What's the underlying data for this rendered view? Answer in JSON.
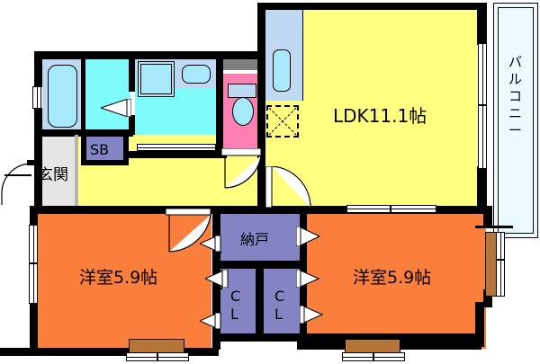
{
  "plan": {
    "type": "japanese-apartment-floorplan",
    "title": "",
    "rooms": [
      {
        "key": "ldk",
        "label": "LDK11.1帖",
        "color": "#ffff80",
        "jou": 11.1,
        "kind": "living-dining-kitchen"
      },
      {
        "key": "washitsu_l",
        "label": "洋室5.9帖",
        "color": "#fb7f3c",
        "jou": 5.9,
        "kind": "western-bedroom-left"
      },
      {
        "key": "washitsu_r",
        "label": "洋室5.9帖",
        "color": "#fb7f3c",
        "jou": 5.9,
        "kind": "western-bedroom-right"
      },
      {
        "key": "nando",
        "label": "納戸",
        "color": "#8484c4",
        "kind": "storage-room"
      },
      {
        "key": "closet_l",
        "label": "CL",
        "color": "#8484c4",
        "kind": "closet"
      },
      {
        "key": "closet_r",
        "label": "CL",
        "color": "#8484c4",
        "kind": "closet"
      },
      {
        "key": "sb",
        "label": "SB",
        "color": "#8484c4",
        "kind": "shoe-box"
      },
      {
        "key": "genkan",
        "label": "玄関",
        "color": "#e6e6e6",
        "kind": "entrance"
      },
      {
        "key": "balcony",
        "label": "バルコニー",
        "color": "#eafaff",
        "kind": "balcony"
      },
      {
        "key": "toilet",
        "label": "",
        "color": "#fb7fb0",
        "kind": "toilet"
      },
      {
        "key": "bath",
        "label": "",
        "color": "#bfd9f2",
        "kind": "bathroom"
      },
      {
        "key": "datsui",
        "label": "",
        "color": "#7ffbfb",
        "kind": "changing-room"
      },
      {
        "key": "kitchen",
        "label": "",
        "color": "#bfd9f2",
        "kind": "kitchen-counter"
      }
    ],
    "labels": {
      "ldk": "LDK11.1帖",
      "bedroom_left": "洋室5.9帖",
      "bedroom_right": "洋室5.9帖",
      "nando": "納戸",
      "closet_left": "CL",
      "closet_right": "CL",
      "sb": "SB",
      "genkan": "玄関",
      "balcony": "バルコニー"
    },
    "colors": {
      "wall": "#000000",
      "ldk": "#ffff80",
      "bedroom": "#fb7f3c",
      "storage": "#8484c4",
      "entrance": "#e6e6e6",
      "balcony": "#eafaff",
      "toilet": "#fb7fb0",
      "bath_zone": "#bfd9f2",
      "wet_room": "#7ffbfb",
      "fixture": "#a8e8fb",
      "window_brown": "#b5743a",
      "gray_counter": "#808080",
      "background": "#ffffff"
    },
    "fixtures": [
      {
        "name": "bathtub",
        "room": "bath"
      },
      {
        "name": "washbasin",
        "room": "changing-room"
      },
      {
        "name": "washing-machine-space",
        "room": "changing-room"
      },
      {
        "name": "toilet-bowl",
        "room": "toilet"
      },
      {
        "name": "toilet-tank",
        "room": "toilet"
      },
      {
        "name": "kitchen-sink",
        "room": "kitchen"
      },
      {
        "name": "vent-opening",
        "room": "ldk"
      },
      {
        "name": "gray-range-hood",
        "room": "kitchen"
      }
    ],
    "doors": [
      {
        "name": "entrance-door",
        "type": "swing"
      },
      {
        "name": "ldk-hall-door",
        "type": "swing"
      },
      {
        "name": "toilet-door",
        "type": "swing"
      },
      {
        "name": "bedroom-left-door",
        "type": "swing"
      },
      {
        "name": "nando-door",
        "type": "sliding-folding"
      },
      {
        "name": "closet-left-door",
        "type": "sliding-folding"
      },
      {
        "name": "closet-right-door",
        "type": "sliding-folding"
      },
      {
        "name": "changing-room-door",
        "type": "sliding-folding"
      },
      {
        "name": "bedroom-right-door",
        "type": "sliding-folding"
      }
    ],
    "windows": [
      {
        "name": "bath-window",
        "orientation": "vertical"
      },
      {
        "name": "bedroom-left-window",
        "orientation": "vertical"
      },
      {
        "name": "bedroom-left-south-window",
        "orientation": "horizontal"
      },
      {
        "name": "bedroom-right-east-window",
        "orientation": "vertical"
      },
      {
        "name": "ldk-south-window",
        "orientation": "horizontal"
      },
      {
        "name": "ldk-balcony-door",
        "orientation": "vertical"
      },
      {
        "name": "changing-room-window",
        "orientation": "horizontal"
      }
    ]
  }
}
